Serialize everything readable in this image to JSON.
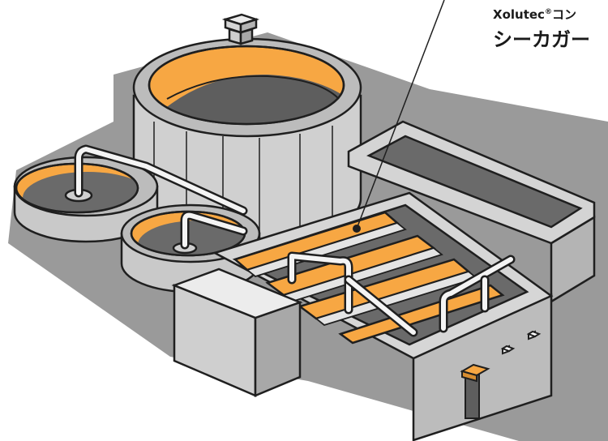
{
  "callout": {
    "brand": "Xolutec",
    "reg_mark": "®",
    "brand_suffix": "コン",
    "title": "シーカガー"
  },
  "colors": {
    "outline": "#1f1f1f",
    "shadow": "#9a9a9a",
    "grey_light": "#d4d4d4",
    "grey_mid": "#bcbcbc",
    "grey_dark": "#8a8a8a",
    "sludge_dark": "#6a6a6a",
    "sludge_orange": "#f7a743",
    "callout_text": "#1a1a1a"
  },
  "icons": {
    "pointer_dot": "callout-pointer-dot-icon"
  }
}
